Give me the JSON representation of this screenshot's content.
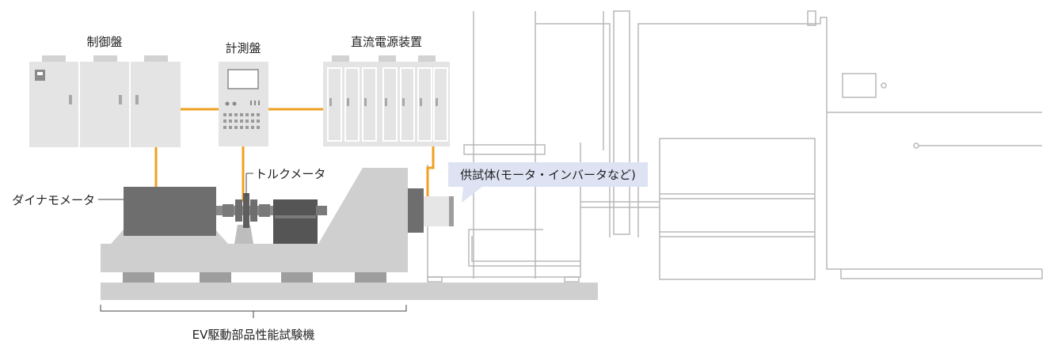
{
  "labels": {
    "control_panel": "制御盤",
    "measurement_panel": "計測盤",
    "dc_power_supply": "直流電源装置",
    "torque_meter": "トルクメータ",
    "dynamometer": "ダイナモメータ",
    "test_specimen": "供試体(モータ・インバータなど)",
    "machine_name": "EV駆動部品性能試験機"
  },
  "colors": {
    "connection_line": "#f0a020",
    "cabinet_fill": "#e4e4e4",
    "machine_fill": "#cfcfcf",
    "dark_part": "#6e6e6e",
    "outline_gray": "#b8b8b8",
    "callout_fill": "#dde3f3"
  }
}
